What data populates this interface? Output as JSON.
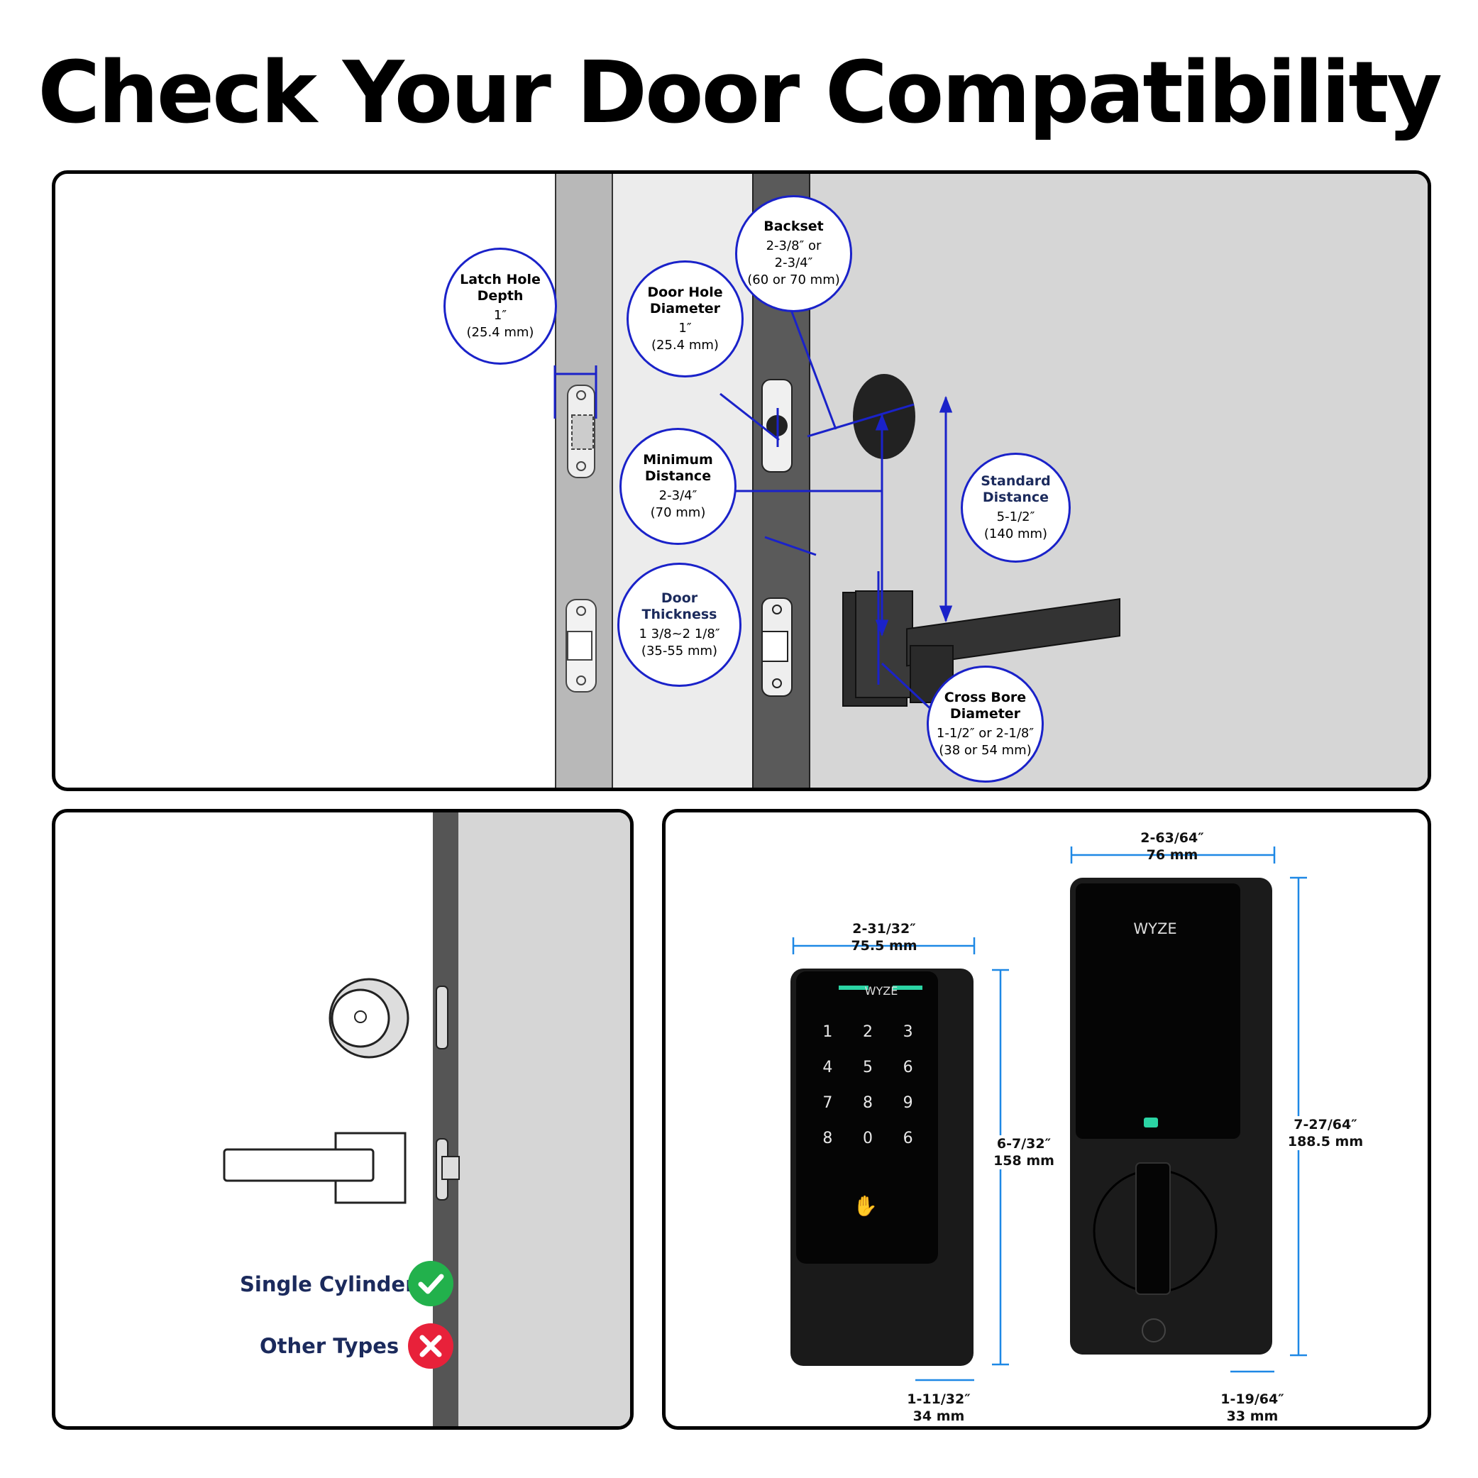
{
  "title": "Check Your Door Compatibility",
  "callouts": {
    "latch_hole_depth": {
      "title": "Latch Hole\nDepth",
      "value": "1″\n(25.4 mm)"
    },
    "backset": {
      "title": "Backset",
      "value": "2-3/8″ or\n2-3/4″\n(60 or 70 mm)"
    },
    "door_hole_diameter": {
      "title": "Door Hole\nDiameter",
      "value": "1″\n(25.4 mm)"
    },
    "minimum_distance": {
      "title": "Minimum\nDistance",
      "value": "2-3/4″\n(70 mm)"
    },
    "standard_distance": {
      "title": "Standard\nDistance",
      "value": "5-1/2″\n(140 mm)"
    },
    "door_thickness": {
      "title": "Door\nThickness",
      "value": "1 3/8~2 1/8″\n(35-55 mm)"
    },
    "cross_bore_diameter": {
      "title": "Cross Bore\nDiameter",
      "value": "1-1/2″ or 2-1/8″\n(38 or 54 mm)"
    }
  },
  "cylinder_types": {
    "single_cylinder": {
      "label": "Single Cylinder",
      "status": "compatible",
      "color": "#22b14c"
    },
    "other_types": {
      "label": "Other Types",
      "status": "incompatible",
      "color": "#e8213a"
    }
  },
  "keypad": {
    "brand": "WYZE",
    "keys": [
      "1",
      "2",
      "3",
      "4",
      "5",
      "6",
      "7",
      "8",
      "9",
      "8",
      "0",
      "6"
    ],
    "width": {
      "fraction": "2-31/32″",
      "metric": "75.5 mm"
    },
    "height": {
      "fraction": "6-7/32″",
      "metric": "158 mm"
    },
    "depth": {
      "fraction": "1-11/32″",
      "metric": "34 mm"
    }
  },
  "interior_unit": {
    "brand": "WYZE",
    "width": {
      "fraction": "2-63/64″",
      "metric": "76 mm"
    },
    "height": {
      "fraction": "7-27/64″",
      "metric": "188.5 mm"
    },
    "depth": {
      "fraction": "1-19/64″",
      "metric": "33 mm"
    }
  },
  "colors": {
    "accent_blue": "#1a22c9",
    "dim_blue": "#1e88e5",
    "navy_text": "#1b2a5c",
    "door_gray": "#d4d4d4",
    "edge_dark": "#555555"
  }
}
